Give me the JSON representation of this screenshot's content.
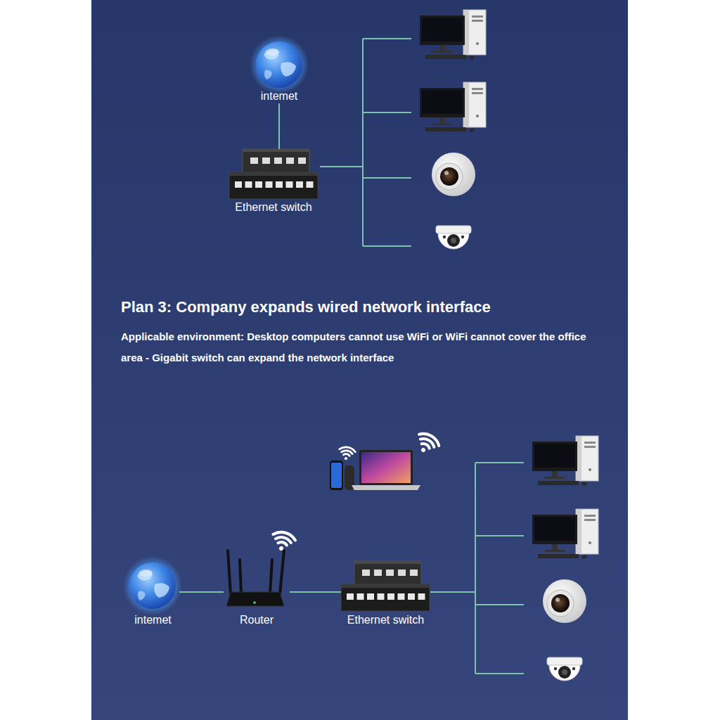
{
  "diagram": {
    "title": "Plan 3: Company expands wired network interface",
    "caption": "Applicable environment: Desktop computers cannot use WiFi or WiFi cannot cover the office area - Gigabit switch can expand the network interface",
    "nodes": [
      {
        "text": [
          "intemet"
        ]
      },
      {
        "text": [
          "Ethernet switch"
        ]
      },
      {
        "text": [
          "intemet"
        ]
      },
      {
        "text": [
          "Router"
        ]
      },
      {
        "text": [
          "Ethernet switch"
        ]
      }
    ],
    "edges": [
      {
        "from": 0,
        "to": 1,
        "arrow": "none"
      },
      {
        "from": 2,
        "to": 3,
        "arrow": "none"
      },
      {
        "from": 3,
        "to": 4,
        "arrow": "none"
      }
    ]
  }
}
